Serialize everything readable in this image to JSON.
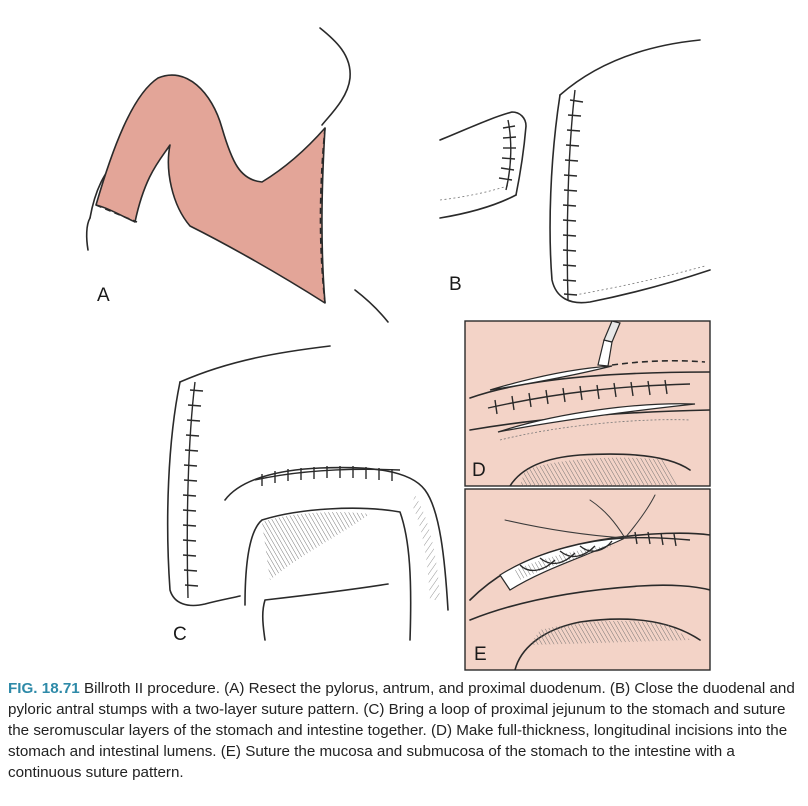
{
  "colors": {
    "tissue": "#e3a598",
    "tissue_light": "#f3d3c7",
    "ink": "#2a2a2a",
    "figure_label": "#2e8aa8"
  },
  "panels": {
    "a": "A",
    "b": "B",
    "c": "C",
    "d": "D",
    "e": "E"
  },
  "caption": {
    "label": "FIG. 18.71",
    "text": "Billroth II procedure. (A) Resect the pylorus, antrum, and proximal duodenum. (B) Close the duodenal and pyloric antral stumps with a two-layer suture pattern. (C) Bring a loop of proximal jejunum to the stomach and suture the seromuscular layers of the stomach and intestine together. (D) Make full-thickness, longitudinal incisions into the stomach and intestinal lumens. (E) Suture the mucosa and submucosa of the stomach to the intestine with a continuous suture pattern."
  }
}
